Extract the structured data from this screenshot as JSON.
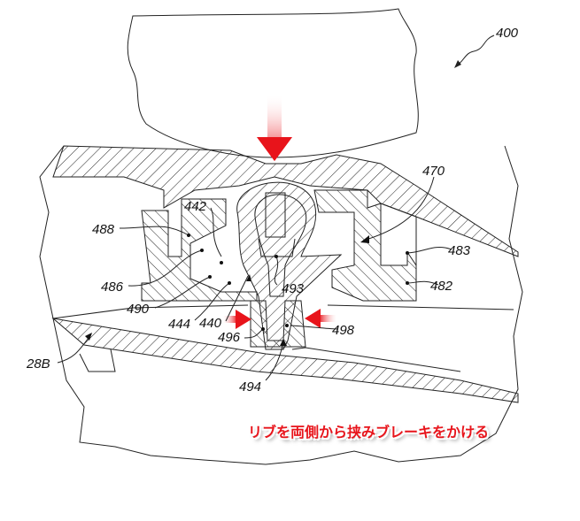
{
  "figure": {
    "figure_number": "400",
    "reference_labels": {
      "l470": "470",
      "l442": "442",
      "l488": "488",
      "l483": "483",
      "l486": "486",
      "l493": "493",
      "l482": "482",
      "l490": "490",
      "l444": "444",
      "l440": "440",
      "l496": "496",
      "l498": "498",
      "l28b": "28B",
      "l494": "494"
    }
  },
  "annotation": {
    "caption": "リブを両側から挟みブレーキをかける",
    "accent_color": "#e8141b"
  }
}
